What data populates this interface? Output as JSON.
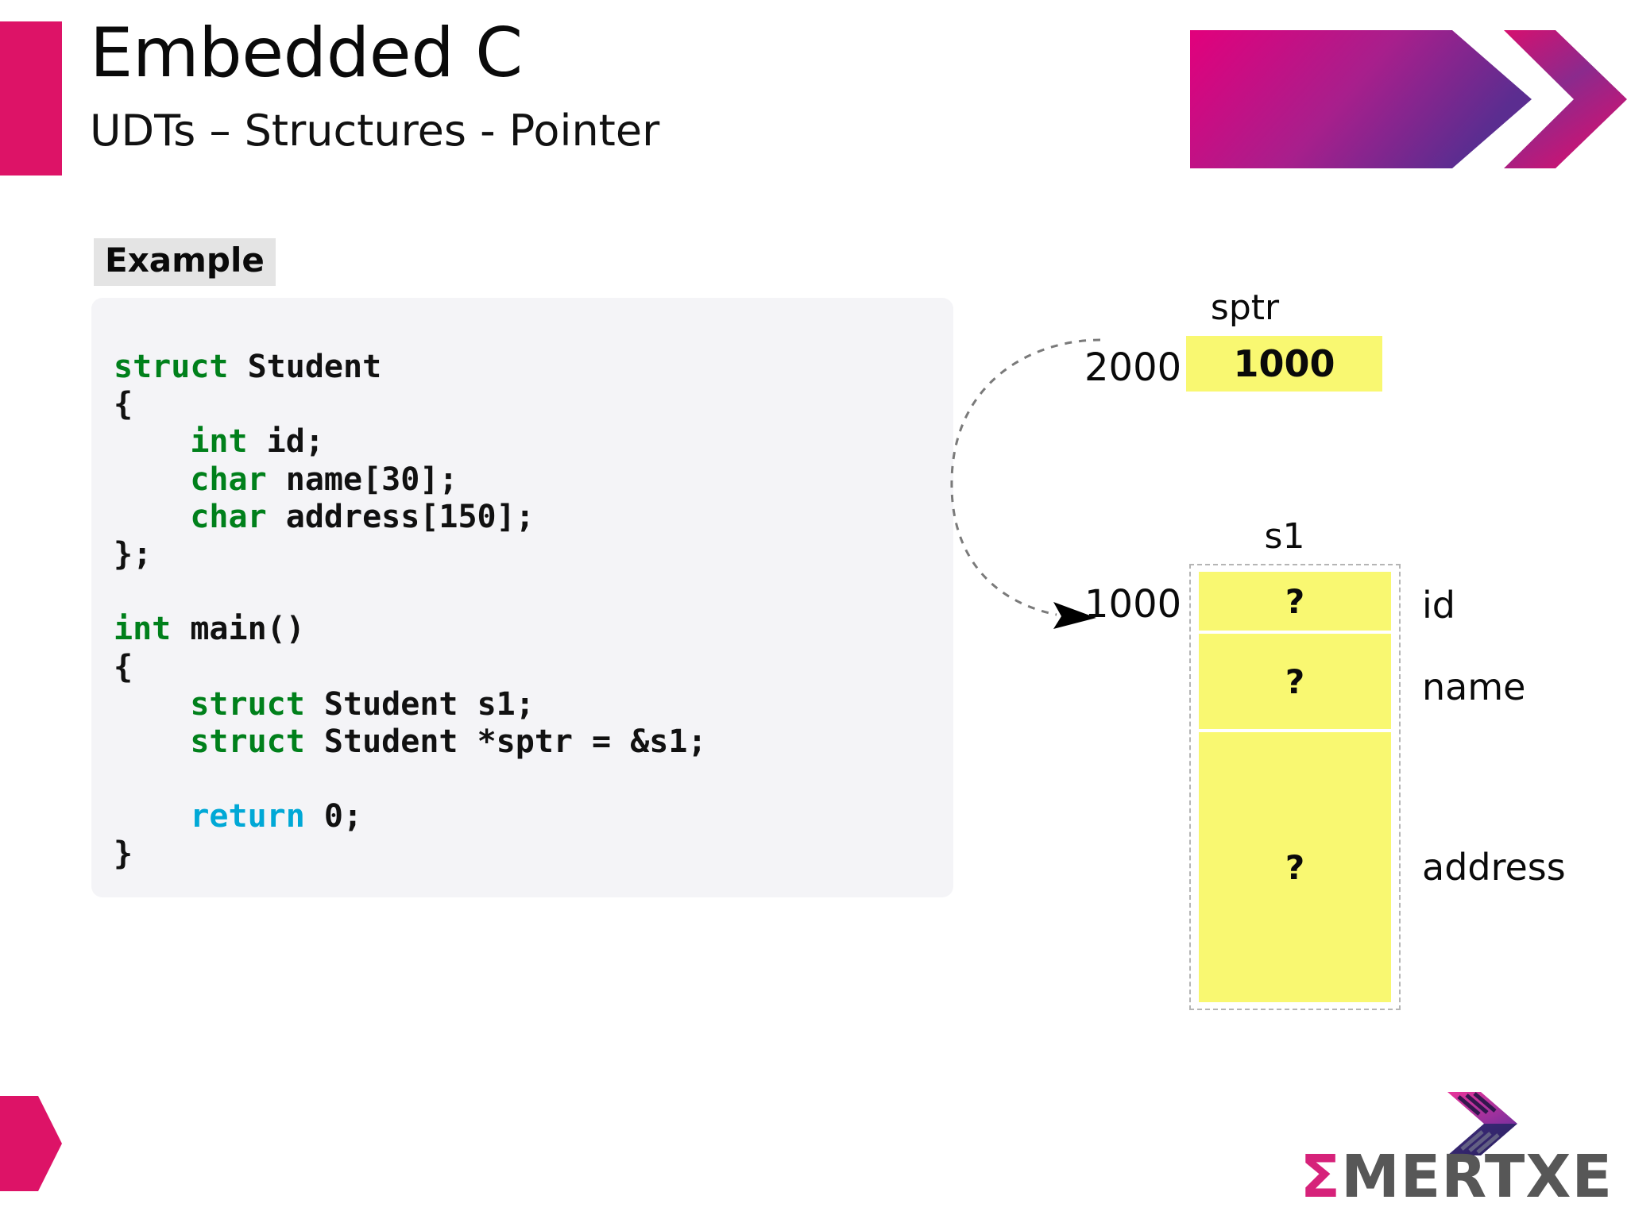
{
  "header": {
    "title": "Embedded C",
    "subtitle": "UDTs – Structures - Pointer",
    "accent_color": "#dd1367",
    "chevron_gradient": [
      "#e0007a",
      "#5b2d90"
    ]
  },
  "section": {
    "tag_label": "Example"
  },
  "code": {
    "lines": [
      [
        {
          "t": "struct",
          "c": "kw"
        },
        {
          "t": " Student",
          "c": "plain"
        }
      ],
      [
        {
          "t": "{",
          "c": "plain"
        }
      ],
      [
        {
          "t": "    ",
          "c": "plain"
        },
        {
          "t": "int",
          "c": "kw"
        },
        {
          "t": " id;",
          "c": "plain"
        }
      ],
      [
        {
          "t": "    ",
          "c": "plain"
        },
        {
          "t": "char",
          "c": "kw"
        },
        {
          "t": " name[30];",
          "c": "plain"
        }
      ],
      [
        {
          "t": "    ",
          "c": "plain"
        },
        {
          "t": "char",
          "c": "kw"
        },
        {
          "t": " address[150];",
          "c": "plain"
        }
      ],
      [
        {
          "t": "};",
          "c": "plain"
        }
      ],
      [
        {
          "t": "",
          "c": "plain"
        }
      ],
      [
        {
          "t": "int",
          "c": "kw"
        },
        {
          "t": " main()",
          "c": "plain"
        }
      ],
      [
        {
          "t": "{",
          "c": "plain"
        }
      ],
      [
        {
          "t": "    ",
          "c": "plain"
        },
        {
          "t": "struct",
          "c": "kw"
        },
        {
          "t": " Student s1;",
          "c": "plain"
        }
      ],
      [
        {
          "t": "    ",
          "c": "plain"
        },
        {
          "t": "struct",
          "c": "kw"
        },
        {
          "t": " Student *sptr = &s1;",
          "c": "plain"
        }
      ],
      [
        {
          "t": "",
          "c": "plain"
        }
      ],
      [
        {
          "t": "    ",
          "c": "plain"
        },
        {
          "t": "return",
          "c": "kw2"
        },
        {
          "t": " 0;",
          "c": "plain"
        }
      ],
      [
        {
          "t": "}",
          "c": "plain"
        }
      ]
    ],
    "keyword_color": "#00801b",
    "return_color": "#00a8d6",
    "background": "#f4f4f7"
  },
  "diagram": {
    "pointer": {
      "name_label": "sptr",
      "address_label": "2000",
      "value": "1000",
      "cell_color": "#f9f871"
    },
    "struct": {
      "name_label": "s1",
      "address_label": "1000",
      "cell_color": "#f9f871",
      "fields": [
        {
          "label": "id",
          "value": "?"
        },
        {
          "label": "name",
          "value": "?"
        },
        {
          "label": "address",
          "value": "?"
        }
      ]
    }
  },
  "footer": {
    "brand": "MERTXE",
    "brand_sigma": "Σ",
    "shape_color": "#dd1367"
  }
}
